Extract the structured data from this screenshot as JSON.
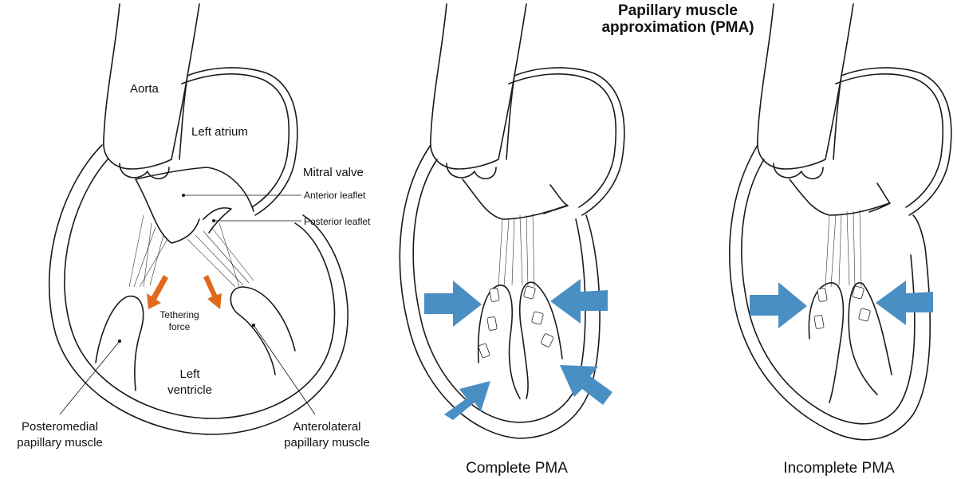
{
  "title": {
    "line1": "Papillary muscle",
    "line2": "approximation (PMA)"
  },
  "labels": {
    "aorta": "Aorta",
    "left_atrium": "Left atrium",
    "mitral_valve": "Mitral valve",
    "anterior_leaflet": "Anterior leaflet",
    "posterior_leaflet": "Posterior leaflet",
    "tethering_force": {
      "line1": "Tethering",
      "line2": "force"
    },
    "left_ventricle": {
      "line1": "Left",
      "line2": "ventricle"
    },
    "posteromedial": {
      "line1": "Posteromedial",
      "line2": "papillary muscle"
    },
    "anterolateral": {
      "line1": "Anterolateral",
      "line2": "papillary muscle"
    }
  },
  "panel_captions": {
    "complete": "Complete PMA",
    "incomplete": "Incomplete PMA"
  },
  "colors": {
    "tether_arrow": "#e0691c",
    "approx_arrow": "#4a8fc4",
    "outline": "#1a1a1a"
  }
}
